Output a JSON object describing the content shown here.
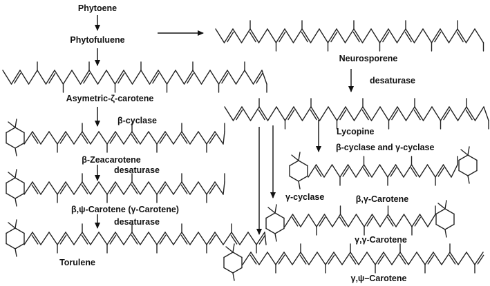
{
  "labels": {
    "phytoene": "Phytoene",
    "phytofluene": "Phytofuluene",
    "neurosporene": "Neurosporene",
    "desaturase_1": "desaturase",
    "asym_zeta": "Asymetric-ζ-carotene",
    "beta_cyclase": "β-cyclase",
    "lycopine": "Lycopine",
    "beta_gamma_cyclase": "β-cyclase and γ-cyclase",
    "beta_zeacarotene": "β-Zeacarotene",
    "desaturase_2": "desaturase",
    "gamma_cyclase": "γ-cyclase",
    "beta_gamma_carotene": "β,γ-Carotene",
    "beta_psi_carotene": "β,ψ-Carotene (γ-Carotene)",
    "desaturase_3": "desaturase",
    "gamma_gamma_carotene": "γ,γ-Carotene",
    "torulene": "Torulene",
    "gamma_psi_carotene": "γ,ψ–Carotene"
  }
}
